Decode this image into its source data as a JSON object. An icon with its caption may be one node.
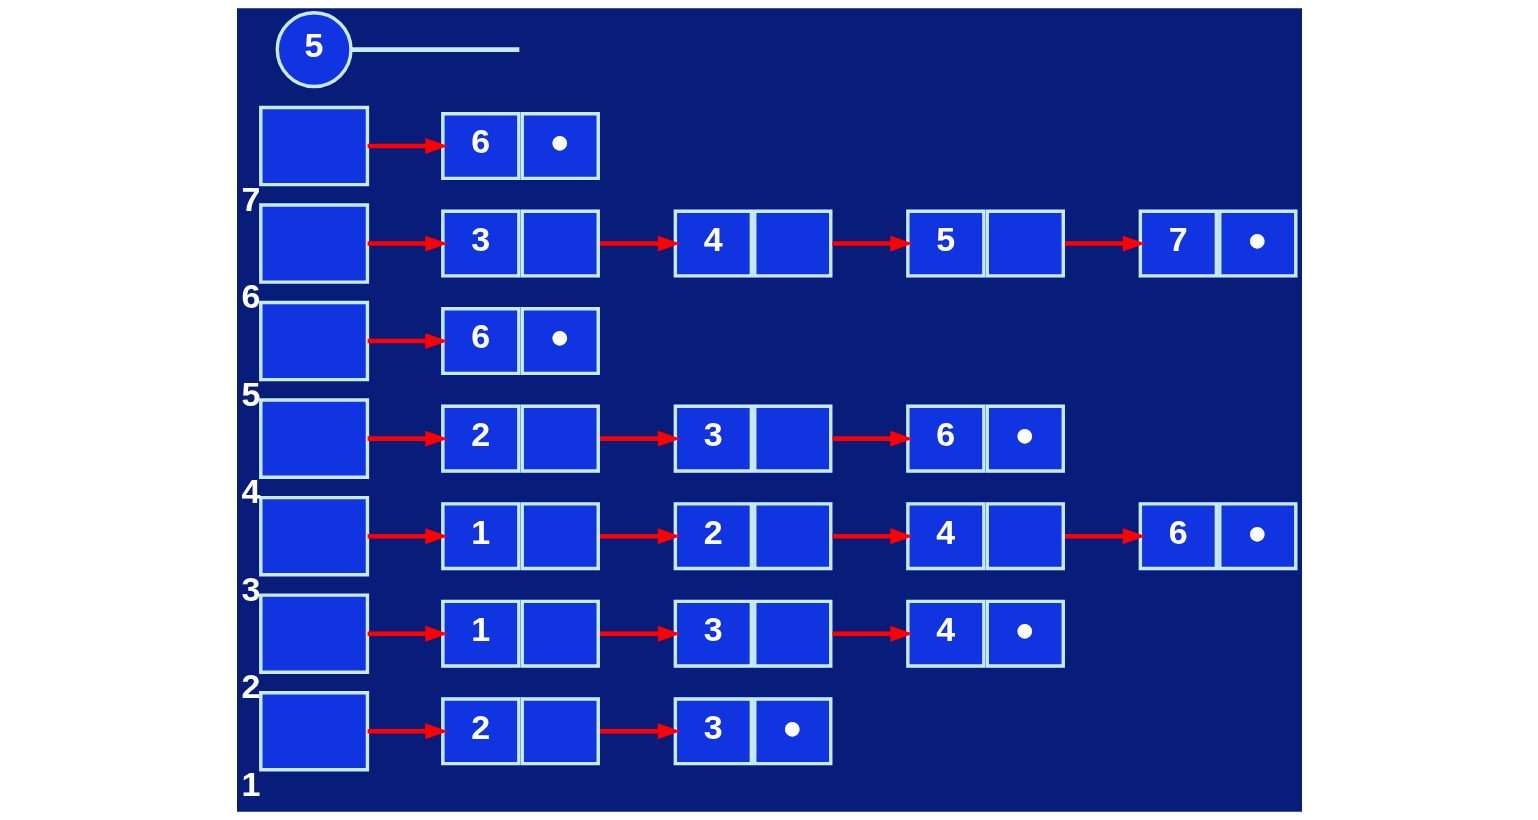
{
  "diagram": {
    "nodes": [
      {
        "text": [],
        "shape": "box",
        "beside": [
          "1"
        ]
      },
      {
        "text": [],
        "shape": "box",
        "beside": [
          "2"
        ]
      },
      {
        "text": [],
        "shape": "box",
        "beside": [
          "3"
        ]
      },
      {
        "text": [],
        "shape": "box",
        "beside": [
          "4"
        ]
      },
      {
        "text": [],
        "shape": "box",
        "beside": [
          "5"
        ]
      },
      {
        "text": [],
        "shape": "box",
        "beside": [
          "6"
        ]
      },
      {
        "text": [],
        "shape": "box",
        "beside": [
          "7"
        ]
      },
      {
        "text": [
          "2"
        ]
      },
      {
        "text": [
          "3",
          "●"
        ]
      },
      {
        "text": [
          "1"
        ]
      },
      {
        "text": [
          "3"
        ]
      },
      {
        "text": [
          "4",
          "●"
        ]
      },
      {
        "text": [
          "1"
        ]
      },
      {
        "text": [
          "2"
        ]
      },
      {
        "text": [
          "4"
        ]
      },
      {
        "text": [
          "6",
          "●"
        ]
      },
      {
        "text": [
          "2"
        ]
      },
      {
        "text": [
          "3"
        ]
      },
      {
        "text": [
          "6",
          "●"
        ]
      },
      {
        "text": [
          "6",
          "●"
        ]
      },
      {
        "text": [
          "3"
        ]
      },
      {
        "text": [
          "4"
        ]
      },
      {
        "text": [
          "5"
        ]
      },
      {
        "text": [
          "7",
          "●"
        ]
      },
      {
        "text": [
          "6",
          "●"
        ]
      },
      {
        "text": [
          "5"
        ]
      }
    ],
    "edges": [
      {
        "from": 0,
        "to": 7,
        "arrow": "to"
      },
      {
        "from": 7,
        "to": 8,
        "arrow": "to"
      },
      {
        "from": 1,
        "to": 9,
        "arrow": "to"
      },
      {
        "from": 9,
        "to": 10,
        "arrow": "to"
      },
      {
        "from": 10,
        "to": 11,
        "arrow": "to"
      },
      {
        "from": 2,
        "to": 12,
        "arrow": "to"
      },
      {
        "from": 12,
        "to": 13,
        "arrow": "to"
      },
      {
        "from": 13,
        "to": 14,
        "arrow": "to"
      },
      {
        "from": 14,
        "to": 15,
        "arrow": "to"
      },
      {
        "from": 3,
        "to": 16,
        "arrow": "to"
      },
      {
        "from": 16,
        "to": 17,
        "arrow": "to"
      },
      {
        "from": 17,
        "to": 18,
        "arrow": "to"
      },
      {
        "from": 4,
        "to": 19,
        "arrow": "to"
      },
      {
        "from": 5,
        "to": 20,
        "arrow": "to"
      },
      {
        "from": 20,
        "to": 21,
        "arrow": "to"
      },
      {
        "from": 21,
        "to": 22,
        "arrow": "to"
      },
      {
        "from": 22,
        "to": 23,
        "arrow": "to"
      },
      {
        "from": 6,
        "to": 24,
        "arrow": "to"
      },
      {
        "from": 25,
        "to": null,
        "arrow": "none",
        "color": "#c8ecff"
      }
    ]
  }
}
